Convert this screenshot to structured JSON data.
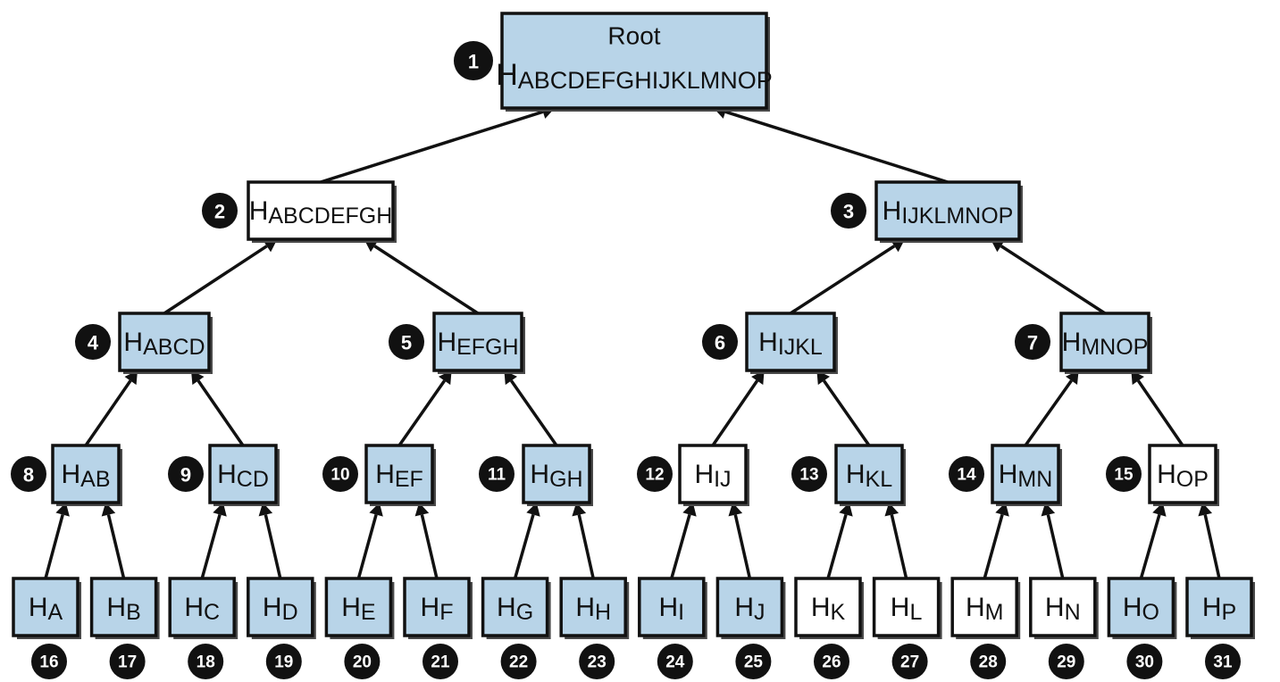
{
  "colors": {
    "highlight_fill": "#b8d4e8",
    "plain_fill": "#ffffff",
    "outline": "#111111",
    "badge": "#111111"
  },
  "tree": {
    "root": {
      "number": "1",
      "label_top": "Root",
      "label_main": "H",
      "label_sub": "ABCDEFGHIJKLMNOP",
      "highlighted": true
    },
    "nodes": [
      {
        "number": "2",
        "label_main": "H",
        "label_sub": "ABCDEFGH",
        "highlighted": false
      },
      {
        "number": "3",
        "label_main": "H",
        "label_sub": "IJKLMNOP",
        "highlighted": true
      },
      {
        "number": "4",
        "label_main": "H",
        "label_sub": "ABCD",
        "highlighted": true
      },
      {
        "number": "5",
        "label_main": "H",
        "label_sub": "EFGH",
        "highlighted": true
      },
      {
        "number": "6",
        "label_main": "H",
        "label_sub": "IJKL",
        "highlighted": true
      },
      {
        "number": "7",
        "label_main": "H",
        "label_sub": "MNOP",
        "highlighted": true
      },
      {
        "number": "8",
        "label_main": "H",
        "label_sub": "AB",
        "highlighted": true
      },
      {
        "number": "9",
        "label_main": "H",
        "label_sub": "CD",
        "highlighted": true
      },
      {
        "number": "10",
        "label_main": "H",
        "label_sub": "EF",
        "highlighted": true
      },
      {
        "number": "11",
        "label_main": "H",
        "label_sub": "GH",
        "highlighted": true
      },
      {
        "number": "12",
        "label_main": "H",
        "label_sub": "IJ",
        "highlighted": false
      },
      {
        "number": "13",
        "label_main": "H",
        "label_sub": "KL",
        "highlighted": true
      },
      {
        "number": "14",
        "label_main": "H",
        "label_sub": "MN",
        "highlighted": true
      },
      {
        "number": "15",
        "label_main": "H",
        "label_sub": "OP",
        "highlighted": false
      },
      {
        "number": "16",
        "label_main": "H",
        "label_sub": "A",
        "highlighted": true
      },
      {
        "number": "17",
        "label_main": "H",
        "label_sub": "B",
        "highlighted": true
      },
      {
        "number": "18",
        "label_main": "H",
        "label_sub": "C",
        "highlighted": true
      },
      {
        "number": "19",
        "label_main": "H",
        "label_sub": "D",
        "highlighted": true
      },
      {
        "number": "20",
        "label_main": "H",
        "label_sub": "E",
        "highlighted": true
      },
      {
        "number": "21",
        "label_main": "H",
        "label_sub": "F",
        "highlighted": true
      },
      {
        "number": "22",
        "label_main": "H",
        "label_sub": "G",
        "highlighted": true
      },
      {
        "number": "23",
        "label_main": "H",
        "label_sub": "H",
        "highlighted": true
      },
      {
        "number": "24",
        "label_main": "H",
        "label_sub": "I",
        "highlighted": true
      },
      {
        "number": "25",
        "label_main": "H",
        "label_sub": "J",
        "highlighted": true
      },
      {
        "number": "26",
        "label_main": "H",
        "label_sub": "K",
        "highlighted": false
      },
      {
        "number": "27",
        "label_main": "H",
        "label_sub": "L",
        "highlighted": false
      },
      {
        "number": "28",
        "label_main": "H",
        "label_sub": "M",
        "highlighted": false
      },
      {
        "number": "29",
        "label_main": "H",
        "label_sub": "N",
        "highlighted": false
      },
      {
        "number": "30",
        "label_main": "H",
        "label_sub": "O",
        "highlighted": true
      },
      {
        "number": "31",
        "label_main": "H",
        "label_sub": "P",
        "highlighted": true
      }
    ]
  }
}
